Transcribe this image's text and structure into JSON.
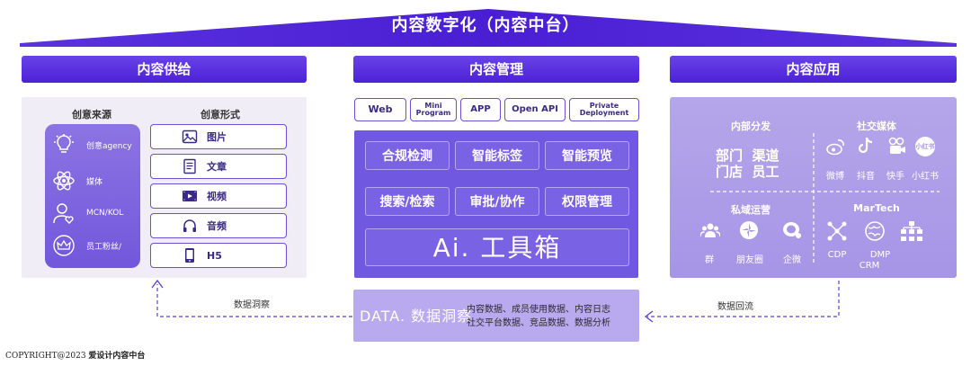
{
  "header": {
    "title": "内容数字化（内容中台）"
  },
  "columns": {
    "supply": {
      "title": "内容供给",
      "sources_title": "创意来源",
      "forms_title": "创意形式",
      "sources": [
        "创意agency",
        "媒体",
        "MCN/KOL",
        "员工粉丝/"
      ],
      "forms": [
        "图片",
        "文章",
        "视频",
        "音频",
        "H5"
      ]
    },
    "management": {
      "title": "内容管理",
      "apis": [
        "Web",
        "Mini\nProgram",
        "APP",
        "Open API",
        "Private\nDeployment"
      ],
      "features": [
        "合规检测",
        "智能标签",
        "智能预览",
        "搜索/检索",
        "审批/协作",
        "权限管理"
      ],
      "ai": "Ai. 工具箱"
    },
    "application": {
      "title": "内容应用",
      "internal_title": "内部分发",
      "internal_line1": "部门  渠道",
      "internal_line2": "门店  员工",
      "social_title": "社交媒体",
      "social": [
        "微博",
        "抖音",
        "快手",
        "小红书"
      ],
      "private_title": "私域运营",
      "private": [
        "群",
        "朋友圈",
        "企微"
      ],
      "martech_title": "MarTech",
      "martech": [
        "CDP",
        "DMP",
        "CRM"
      ]
    }
  },
  "data": {
    "logo": "DATA. 数据洞察",
    "line1": "内容数据、成员使用数据、内容日志",
    "line2": "社交平台数据、竞品数据、数据分析"
  },
  "flows": {
    "left": "数据洞察",
    "right": "数据回流"
  },
  "footer": {
    "copyright": "COPYRIGHT@2023",
    "brand": "爱设计内容中台"
  },
  "colors": {
    "accent": "#4b21d6",
    "panel": "#f0edf7",
    "purple_box": "#7158e0",
    "light_purple": "#b9a9ef"
  }
}
